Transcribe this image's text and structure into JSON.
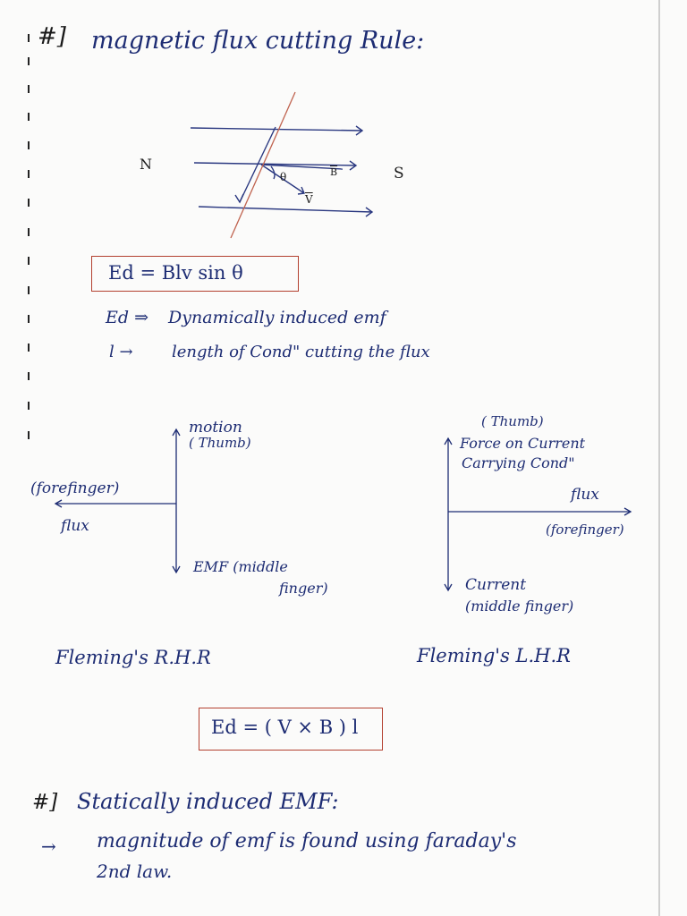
{
  "heading1": {
    "marker": "#]",
    "text": "magnetic flux cutting Rule:"
  },
  "diagram": {
    "north": "N",
    "south": "S",
    "theta": "θ",
    "b_vec": "B",
    "v_vec": "V"
  },
  "formula1": "Ed = Blv sin θ",
  "def1": {
    "symbol": "Ed ⇒",
    "text": "Dynamically induced emf"
  },
  "def2": {
    "symbol": "l →",
    "text": "length of Cond\" cutting the flux"
  },
  "rhr": {
    "motion": "motion",
    "thumb": "( Thumb)",
    "forefinger": "(forefinger)",
    "flux": "flux",
    "emf1": "EMF (middle",
    "emf2": "finger)",
    "title": "Fleming's R.H.R"
  },
  "lhr": {
    "thumb": "( Thumb)",
    "force1": "Force on Current",
    "force2": "Carrying Cond\"",
    "flux": "flux",
    "forefinger": "(forefinger)",
    "current": "Current",
    "middle": "(middle finger)",
    "title": "Fleming's L.H.R"
  },
  "formula2": "Ed = ( V × B ) l",
  "heading2": {
    "marker": "#]",
    "text": "Statically induced EMF:"
  },
  "note": {
    "arrow": "→",
    "line1": "magnitude of emf is found using faraday's",
    "line2": "2nd law."
  }
}
